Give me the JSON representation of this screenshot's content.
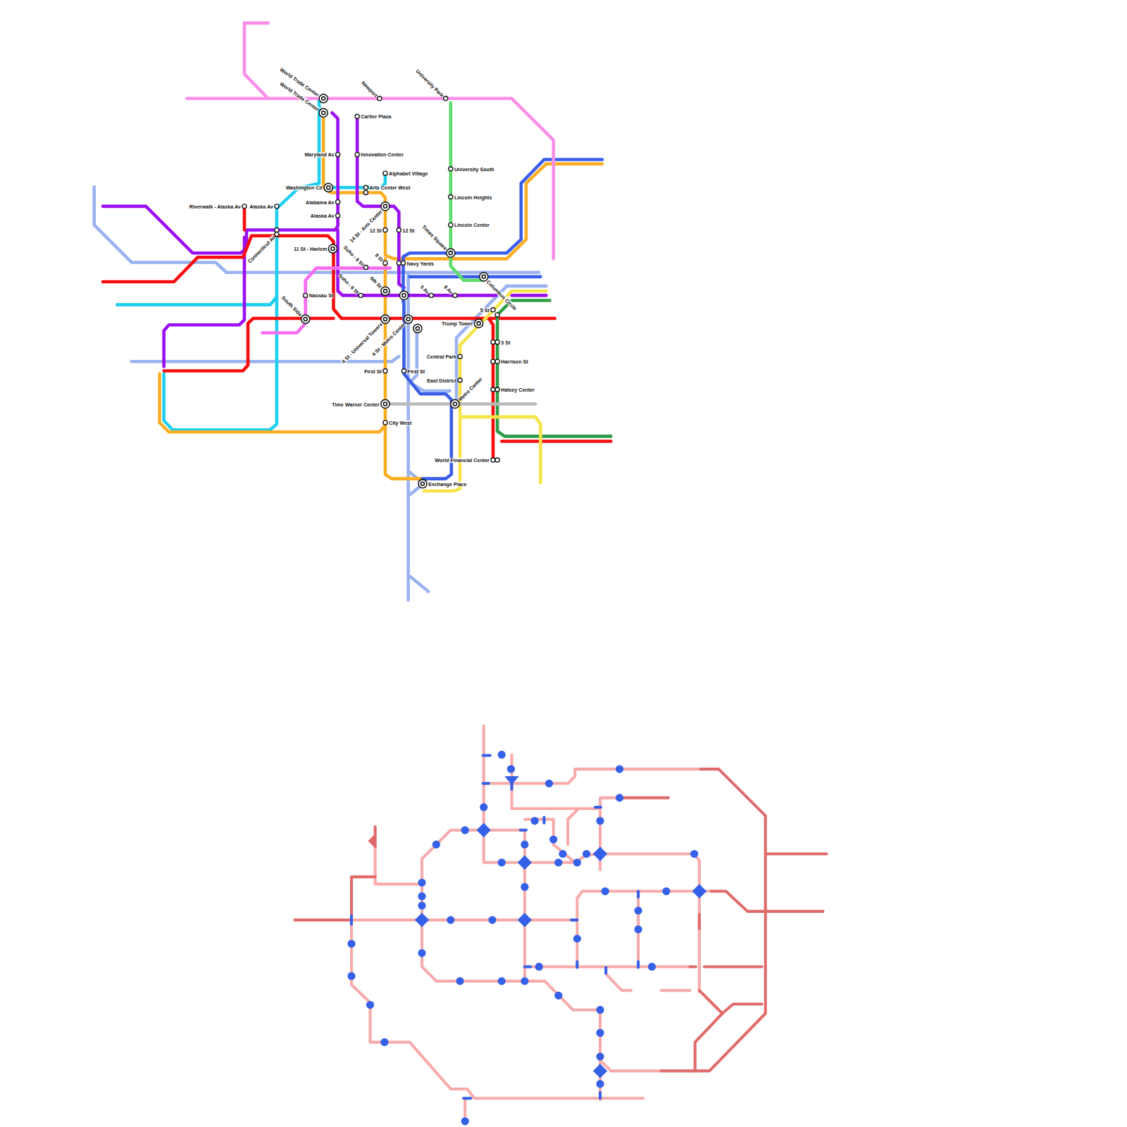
{
  "diagram": {
    "labels": [
      "World Trade Center",
      "World Trade Center",
      "Newport",
      "University Park",
      "Cartier Plaza",
      "Maryland Av",
      "Innovation Center",
      "Alphabet Village",
      "Washington Cir",
      "Arts Center West",
      "Riverwalk - Alaska Av",
      "Alaska Av",
      "Alabama Av",
      "Alaska Av",
      "14 St - Arts Center",
      "12 St",
      "12 St",
      "Connecticut Av",
      "11 St - Harlem",
      "Soho - 8 St",
      "8 St",
      "Navy Yards",
      "University South",
      "Lincoln Heights",
      "Lincoln Center",
      "Times Square",
      "Columbus Circle",
      "Soho - 6 St",
      "6th St",
      "5 Av",
      "8 Av",
      "Nassau St",
      "South Side",
      "4 St - Universal Towers",
      "4 St - Metro Center",
      "5 St",
      "Trump Tower",
      "3 St",
      "Harrison St",
      "Halsey Center",
      "Central Park",
      "East District",
      "Metro Center",
      "First St",
      "First St",
      "Time Warner Center",
      "City West",
      "World Financial Center",
      "Exchange Place"
    ]
  }
}
